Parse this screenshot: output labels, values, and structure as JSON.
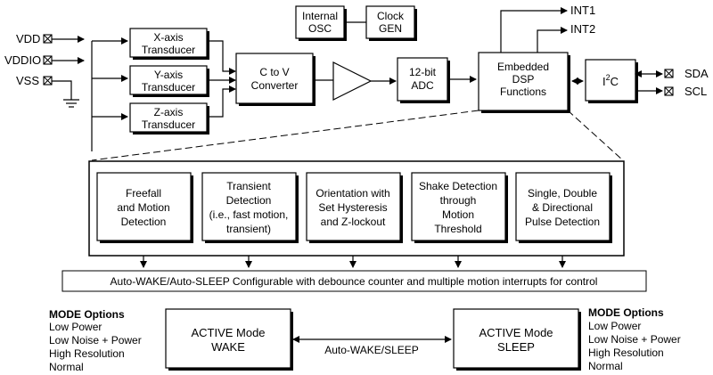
{
  "pins_left": [
    "VDD",
    "VDDIO",
    "VSS"
  ],
  "pins_right": [
    "SDA",
    "SCL"
  ],
  "transducers": {
    "x": [
      "X-axis",
      "Transducer"
    ],
    "y": [
      "Y-axis",
      "Transducer"
    ],
    "z": [
      "Z-axis",
      "Transducer"
    ]
  },
  "c_to_v": [
    "C to V",
    "Converter"
  ],
  "osc": [
    "Internal",
    "OSC"
  ],
  "clock": [
    "Clock",
    "GEN"
  ],
  "adc": [
    "12-bit",
    "ADC"
  ],
  "dsp": [
    "Embedded",
    "DSP",
    "Functions"
  ],
  "interrupts": [
    "INT1",
    "INT2"
  ],
  "i2c": {
    "base": "I",
    "sup": "2",
    "tail": "C"
  },
  "functions": [
    [
      "Freefall",
      "and Motion",
      "Detection"
    ],
    [
      "Transient",
      "Detection",
      "(i.e., fast motion,",
      "transient)"
    ],
    [
      "Orientation with",
      "Set Hysteresis",
      "and Z-lockout"
    ],
    [
      "Shake Detection",
      "through",
      "Motion",
      "Threshold"
    ],
    [
      "Single, Double",
      "& Directional",
      "Pulse Detection"
    ]
  ],
  "auto_bar": "Auto-WAKE/Auto-SLEEP Configurable with debounce counter and multiple motion interrupts for control",
  "mode_left": {
    "title": "MODE Options",
    "items": [
      "Low Power",
      "Low Noise + Power",
      "High Resolution",
      "Normal"
    ]
  },
  "mode_right": {
    "title": "MODE Options",
    "items": [
      "Low Power",
      "Low Noise + Power",
      "High Resolution",
      "Normal"
    ]
  },
  "active_wake": [
    "ACTIVE Mode",
    "WAKE"
  ],
  "active_sleep": [
    "ACTIVE Mode",
    "SLEEP"
  ],
  "auto_link": "Auto-WAKE/SLEEP"
}
